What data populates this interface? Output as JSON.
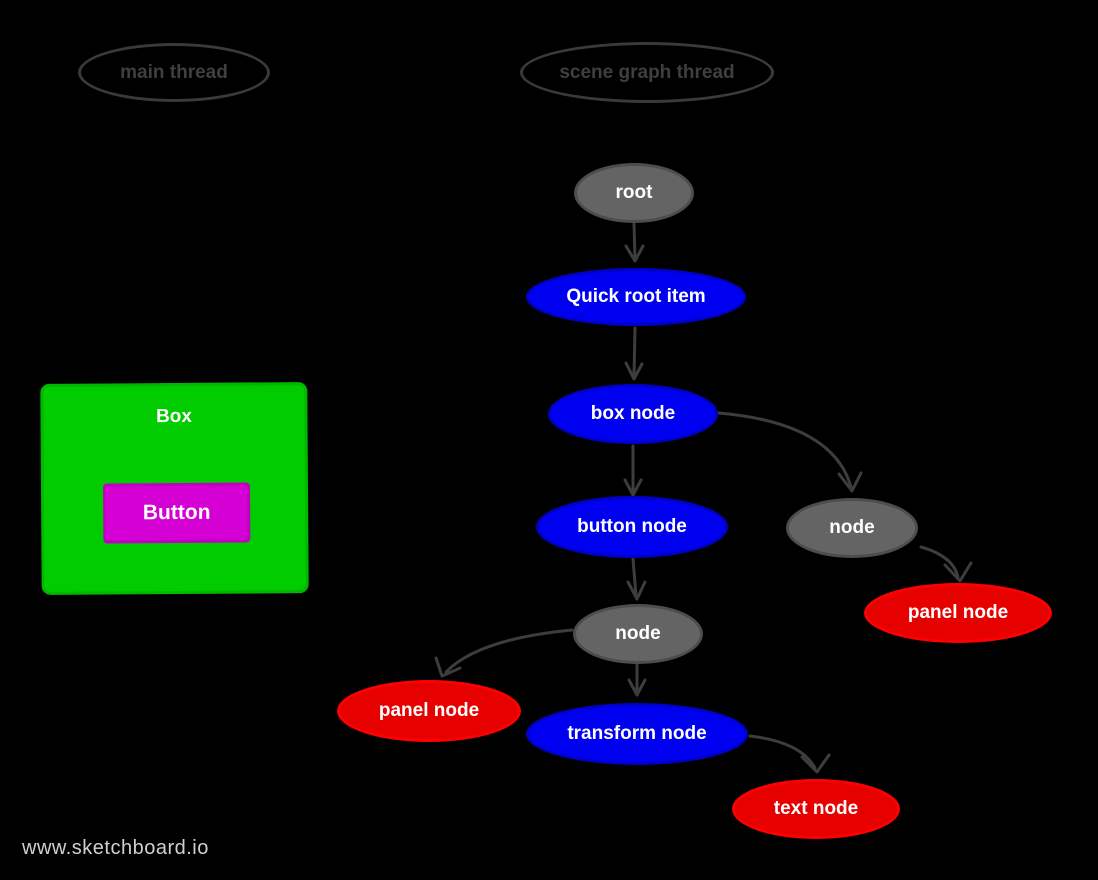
{
  "app": {
    "name": "sketchboard diagram",
    "watermark": "www.sketchboard.io"
  },
  "palette": {
    "background": "#000000",
    "outline_and_arrows": "#3d3d3d",
    "node_gray_fill": "#646464",
    "node_gray_border": "#4d4d4d",
    "node_blue_fill": "#0000f0",
    "node_blue_border": "#0000c8",
    "node_red_fill": "#e60000",
    "node_red_border": "#ff0000",
    "box_green": "#00cc00",
    "button_magenta": "#d400d4",
    "label_white": "#ffffff",
    "watermark_gray": "#d0d0d0"
  },
  "threads": [
    {
      "id": "main-thread",
      "label": "main thread"
    },
    {
      "id": "scene-graph-thread",
      "label": "scene graph thread"
    }
  ],
  "ui_box": {
    "label": "Box",
    "button_label": "Button"
  },
  "nodes": [
    {
      "id": "root",
      "label": "root",
      "kind": "gray"
    },
    {
      "id": "quick-root-item",
      "label": "Quick root item",
      "kind": "blue"
    },
    {
      "id": "box-node",
      "label": "box node",
      "kind": "blue"
    },
    {
      "id": "button-node",
      "label": "button node",
      "kind": "blue"
    },
    {
      "id": "node-right",
      "label": "node",
      "kind": "gray"
    },
    {
      "id": "panel-node-right",
      "label": "panel node",
      "kind": "red"
    },
    {
      "id": "node-left",
      "label": "node",
      "kind": "gray"
    },
    {
      "id": "panel-node-left",
      "label": "panel node",
      "kind": "red"
    },
    {
      "id": "transform-node",
      "label": "transform node",
      "kind": "blue"
    },
    {
      "id": "text-node",
      "label": "text node",
      "kind": "red"
    }
  ],
  "edges": [
    {
      "from": "root",
      "to": "quick-root-item"
    },
    {
      "from": "quick-root-item",
      "to": "box-node"
    },
    {
      "from": "box-node",
      "to": "button-node"
    },
    {
      "from": "box-node",
      "to": "node-right"
    },
    {
      "from": "node-right",
      "to": "panel-node-right"
    },
    {
      "from": "button-node",
      "to": "node-left"
    },
    {
      "from": "node-left",
      "to": "panel-node-left"
    },
    {
      "from": "node-left",
      "to": "transform-node"
    },
    {
      "from": "transform-node",
      "to": "text-node"
    }
  ]
}
